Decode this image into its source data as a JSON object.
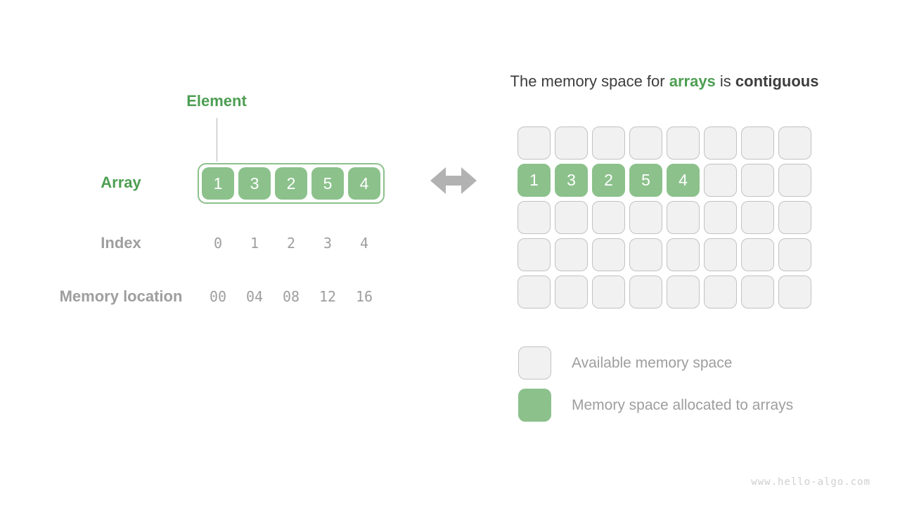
{
  "colors": {
    "cell_green": "#8cc18c",
    "label_green": "#4d9e52",
    "gray_text": "#9e9e9e",
    "dark_text": "#3d3d3d",
    "grid_fill": "#f1f1f1",
    "grid_border": "#c2c2c2",
    "arrow_gray": "#b2b2b2",
    "line_gray": "#b5b5b5",
    "watermark_gray": "#cfcfcf"
  },
  "left": {
    "element_label": "Element",
    "array_label": "Array",
    "array_values": [
      "1",
      "3",
      "2",
      "5",
      "4"
    ],
    "index_label": "Index",
    "index_values": [
      "0",
      "1",
      "2",
      "3",
      "4"
    ],
    "memory_label": "Memory location",
    "memory_values": [
      "00",
      "04",
      "08",
      "12",
      "16"
    ]
  },
  "right": {
    "title": {
      "prefix": "The memory space for ",
      "highlight": "arrays",
      "middle": " is ",
      "bold": "contiguous"
    },
    "grid": {
      "rows": 5,
      "cols": 8,
      "allocated_row": 1,
      "allocated_values": [
        "1",
        "3",
        "2",
        "5",
        "4"
      ]
    },
    "legend": [
      {
        "type": "available",
        "label": "Available memory space"
      },
      {
        "type": "allocated",
        "label": "Memory space allocated to arrays"
      }
    ]
  },
  "watermark": "www.hello-algo.com"
}
